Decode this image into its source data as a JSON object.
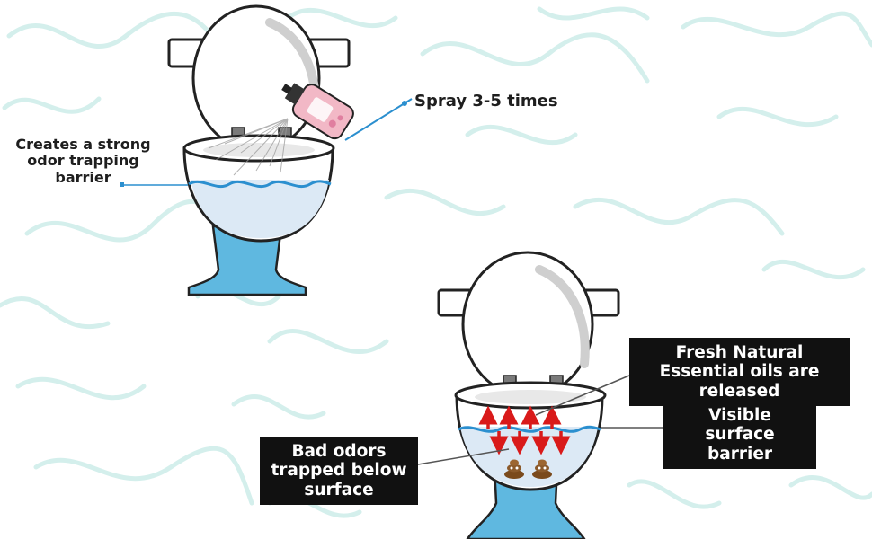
{
  "labels": {
    "spray": "Spray 3-5 times",
    "barrier_strong": "Creates a strong odor trapping barrier",
    "fresh_oils": "Fresh Natural Essential oils are released",
    "visible_barrier": "Visible surface barrier",
    "bad_odors": "Bad odors trapped below surface"
  },
  "icons": [
    "spray-bottle-icon",
    "toilet-icon",
    "poop-icon",
    "arrow-up-icon",
    "arrow-down-icon"
  ],
  "colors": {
    "background_pattern": "#d4efec",
    "water": "#dce9f5",
    "water_line": "#2b8fcf",
    "base": "#5fb8e0",
    "arrow": "#d91a1a",
    "box": "#111111",
    "bottle": "#f2b8c6"
  }
}
